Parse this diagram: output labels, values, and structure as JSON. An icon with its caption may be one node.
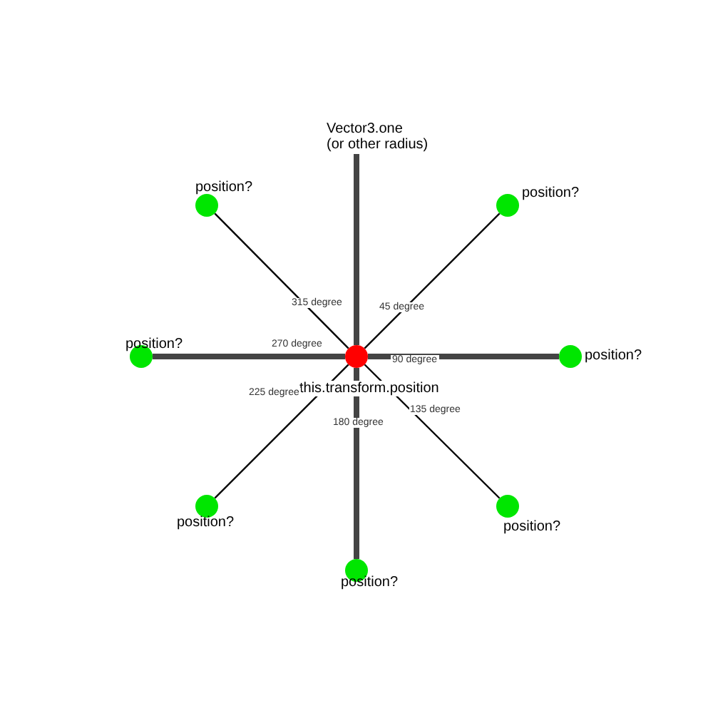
{
  "diagram": {
    "nodes": [
      {
        "text": [
          "Vector3.one (or other radius)"
        ]
      },
      {
        "text": [],
        "shape": "circle",
        "beside": [
          "position?"
        ]
      },
      {
        "text": [],
        "shape": "circle",
        "beside": [
          "position?"
        ]
      },
      {
        "text": [],
        "shape": "circle",
        "beside": [
          "position?"
        ]
      },
      {
        "text": [],
        "shape": "circle",
        "beside": [
          "this.transform.position"
        ]
      },
      {
        "text": [],
        "shape": "circle",
        "beside": [
          "position?"
        ]
      },
      {
        "text": [],
        "shape": "circle",
        "beside": [
          "position?"
        ]
      },
      {
        "text": [],
        "shape": "circle",
        "beside": [
          "position?"
        ]
      },
      {
        "text": [],
        "shape": "circle",
        "beside": [
          "position?"
        ]
      }
    ],
    "edges": [
      {
        "from": 4,
        "to": 0,
        "arrow": "none",
        "style": "thick"
      },
      {
        "from": 4,
        "to": 2,
        "arrow": "none",
        "label": "45 degree"
      },
      {
        "from": 4,
        "to": 5,
        "arrow": "none",
        "label": "90 degree",
        "style": "thick"
      },
      {
        "from": 4,
        "to": 7,
        "arrow": "none",
        "label": "135 degree"
      },
      {
        "from": 4,
        "to": 8,
        "arrow": "none",
        "label": "180 degree",
        "style": "thick"
      },
      {
        "from": 4,
        "to": 6,
        "arrow": "none",
        "label": "225 degree"
      },
      {
        "from": 4,
        "to": 3,
        "arrow": "none",
        "label": "270 degree",
        "style": "thick"
      },
      {
        "from": 4,
        "to": 1,
        "arrow": "none",
        "label": "315 degree"
      }
    ]
  }
}
